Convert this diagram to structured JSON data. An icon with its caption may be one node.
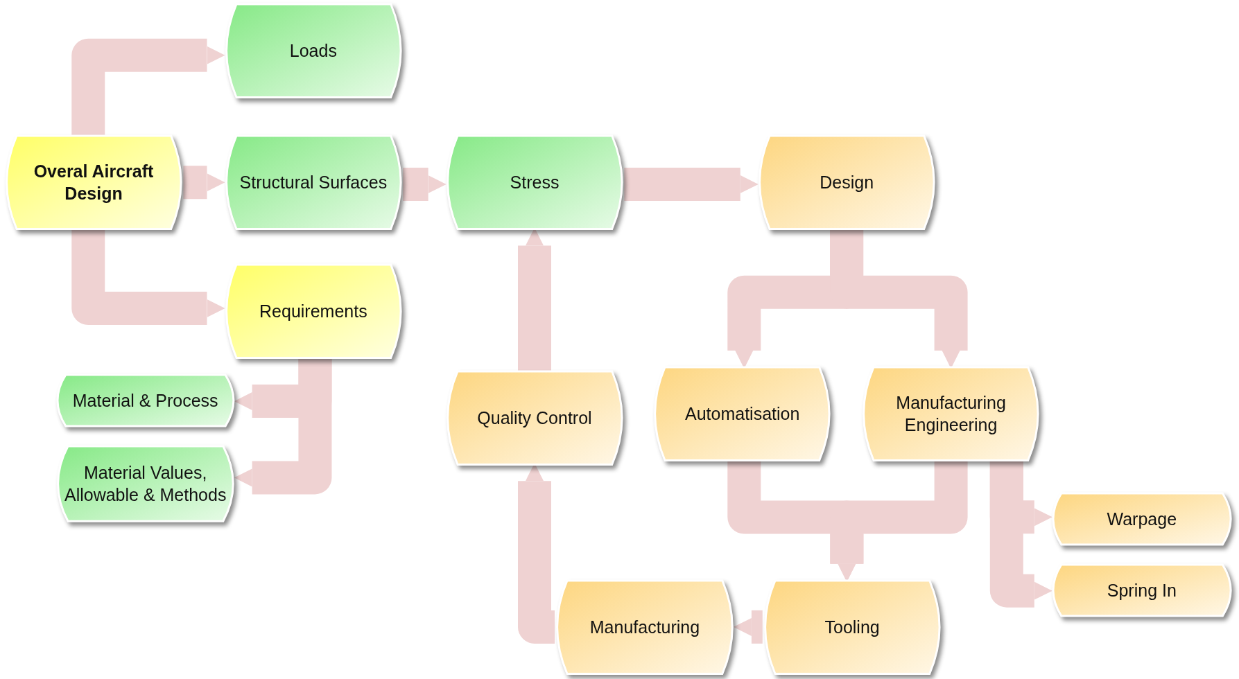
{
  "diagram": {
    "nodes": [
      {
        "text": [
          "Overal Aircraft Design"
        ]
      },
      {
        "text": [
          "Loads"
        ]
      },
      {
        "text": [
          "Structural Surfaces"
        ]
      },
      {
        "text": [
          "Requirements"
        ]
      },
      {
        "text": [
          "Material & Process"
        ]
      },
      {
        "text": [
          "Material Values, Allowable & Methods"
        ]
      },
      {
        "text": [
          "Stress"
        ]
      },
      {
        "text": [
          "Design"
        ]
      },
      {
        "text": [
          "Quality Control"
        ]
      },
      {
        "text": [
          "Automatisation"
        ]
      },
      {
        "text": [
          "Manufacturing Engineering"
        ]
      },
      {
        "text": [
          "Warpage"
        ]
      },
      {
        "text": [
          "Spring In"
        ]
      },
      {
        "text": [
          "Manufacturing"
        ]
      },
      {
        "text": [
          "Tooling"
        ]
      }
    ],
    "edges": [
      {
        "from": 0,
        "to": 1,
        "arrow": "to"
      },
      {
        "from": 0,
        "to": 2,
        "arrow": "to"
      },
      {
        "from": 0,
        "to": 3,
        "arrow": "to"
      },
      {
        "from": 2,
        "to": 6,
        "arrow": "to"
      },
      {
        "from": 6,
        "to": 7,
        "arrow": "to"
      },
      {
        "from": 3,
        "to": 4,
        "arrow": "to"
      },
      {
        "from": 3,
        "to": 5,
        "arrow": "to"
      },
      {
        "from": 7,
        "to": 9,
        "arrow": "to"
      },
      {
        "from": 7,
        "to": 10,
        "arrow": "to"
      },
      {
        "from": 9,
        "to": 14,
        "arrow": "to"
      },
      {
        "from": 10,
        "to": 14,
        "arrow": "to"
      },
      {
        "from": 10,
        "to": 11,
        "arrow": "to"
      },
      {
        "from": 10,
        "to": 12,
        "arrow": "to"
      },
      {
        "from": 14,
        "to": 13,
        "arrow": "to"
      },
      {
        "from": 13,
        "to": 8,
        "arrow": "to"
      },
      {
        "from": 8,
        "to": 6,
        "arrow": "to"
      }
    ]
  }
}
